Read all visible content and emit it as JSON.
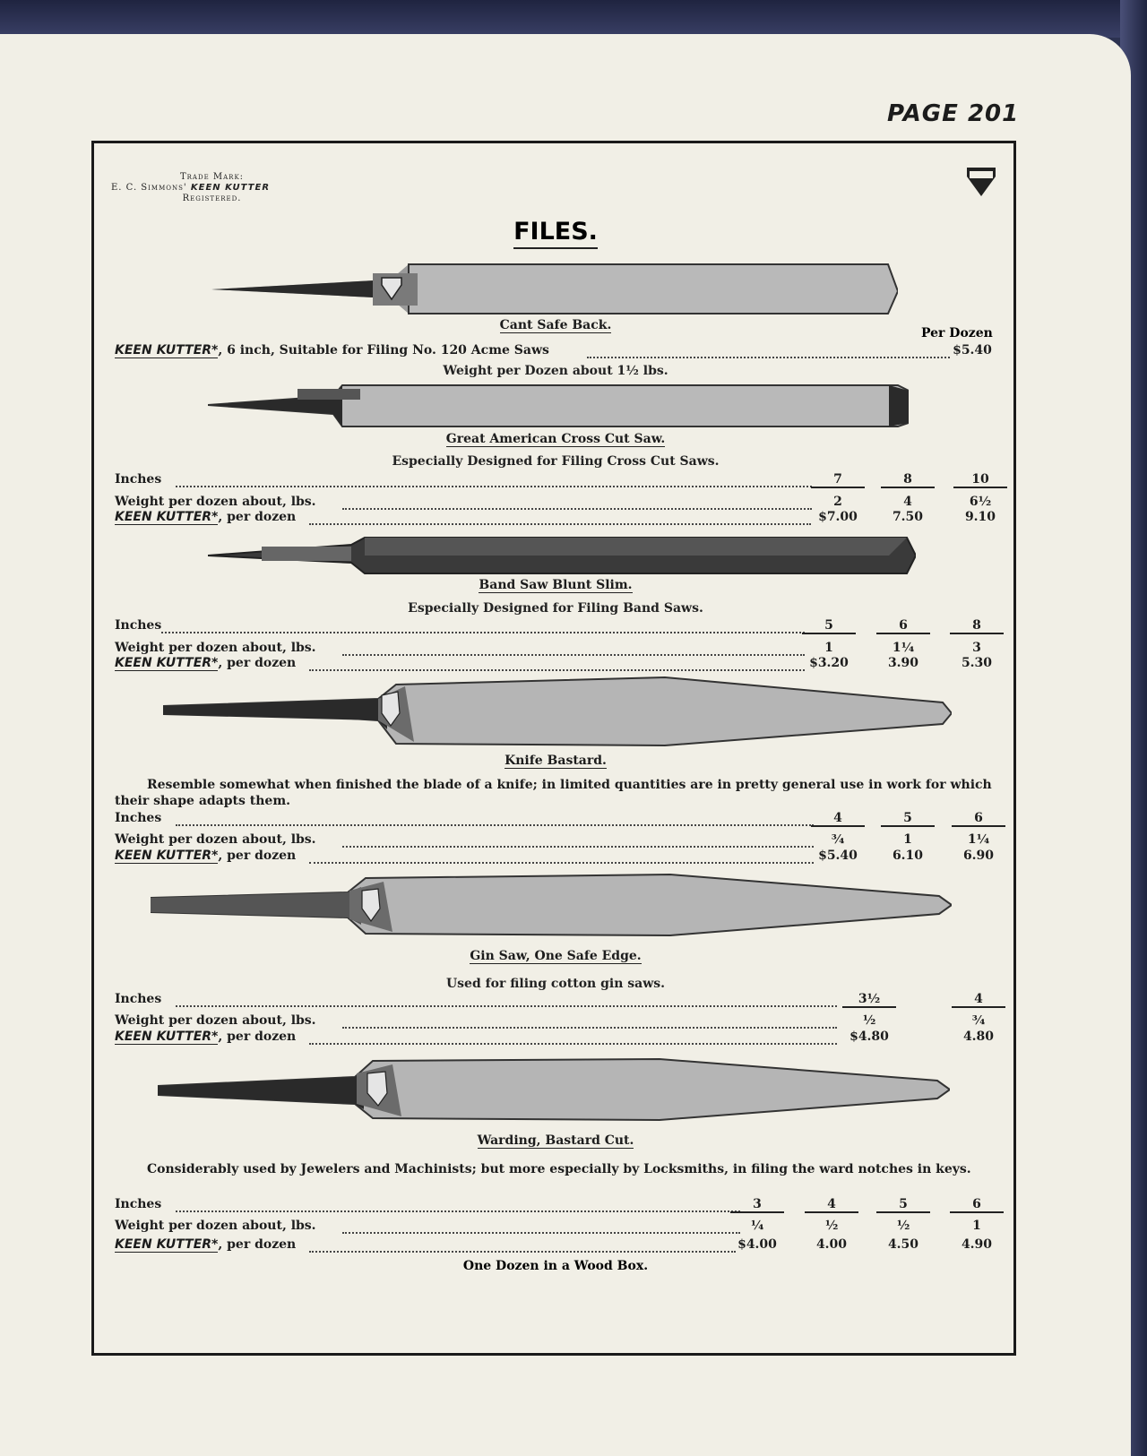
{
  "page_number": "PAGE 201",
  "trademark": {
    "line1": "Trade Mark:",
    "line2": "E. C. Simmons'",
    "brand": "KEEN KUTTER",
    "line3": "Registered."
  },
  "title": "FILES.",
  "per_dozen_label": "Per Dozen",
  "brand_name": "KEEN KUTTER*",
  "sections": {
    "cant_safe_back": {
      "title": "Cant Safe Back.",
      "line": ", 6 inch, Suitable for Filing No. 120 Acme Saws",
      "price": "$5.40",
      "weight": "Weight per Dozen about 1½ lbs."
    },
    "great_american": {
      "title": "Great American Cross Cut Saw.",
      "subtitle": "Especially Designed for Filing Cross Cut Saws.",
      "inches_label": "Inches",
      "weight_label": "Weight per dozen about, lbs.",
      "price_label": ", per dozen",
      "inches": [
        "7",
        "8",
        "10"
      ],
      "weights": [
        "2",
        "4",
        "6½"
      ],
      "prices": [
        "$7.00",
        "7.50",
        "9.10"
      ]
    },
    "band_saw": {
      "title": "Band Saw Blunt Slim.",
      "subtitle": "Especially Designed for Filing Band Saws.",
      "inches_label": "Inches",
      "weight_label": "Weight per dozen about, lbs.",
      "price_label": ", per dozen",
      "inches": [
        "5",
        "6",
        "8"
      ],
      "weights": [
        "1",
        "1¼",
        "3"
      ],
      "prices": [
        "$3.20",
        "3.90",
        "5.30"
      ]
    },
    "knife_bastard": {
      "title": "Knife Bastard.",
      "desc": "Resemble somewhat when finished the blade of a knife; in limited quantities are in pretty general use in work for which their shape adapts them.",
      "inches_label": "Inches",
      "weight_label": "Weight per dozen about, lbs.",
      "price_label": ", per dozen",
      "inches": [
        "4",
        "5",
        "6"
      ],
      "weights": [
        "¾",
        "1",
        "1¼"
      ],
      "prices": [
        "$5.40",
        "6.10",
        "6.90"
      ]
    },
    "gin_saw": {
      "title": "Gin Saw, One Safe Edge.",
      "subtitle": "Used for filing cotton gin saws.",
      "inches_label": "Inches",
      "weight_label": "Weight per dozen about, lbs.",
      "price_label": ", per dozen",
      "inches": [
        "3½",
        "4"
      ],
      "weights": [
        "½",
        "¾"
      ],
      "prices": [
        "$4.80",
        "4.80"
      ]
    },
    "warding": {
      "title": "Warding, Bastard Cut.",
      "desc": "Considerably used by Jewelers and Machinists; but more especially by Locksmiths, in filing the ward notches in keys.",
      "inches_label": "Inches",
      "weight_label": "Weight per dozen about, lbs.",
      "price_label": ", per dozen",
      "inches": [
        "3",
        "4",
        "5",
        "6"
      ],
      "weights": [
        "¼",
        "½",
        "½",
        "1"
      ],
      "prices": [
        "$4.00",
        "4.00",
        "4.50",
        "4.90"
      ]
    }
  },
  "footer": "One Dozen in a Wood Box.",
  "colors": {
    "paper": "#f1efe6",
    "ink": "#1c1c1c",
    "binding": "#2c3250"
  }
}
